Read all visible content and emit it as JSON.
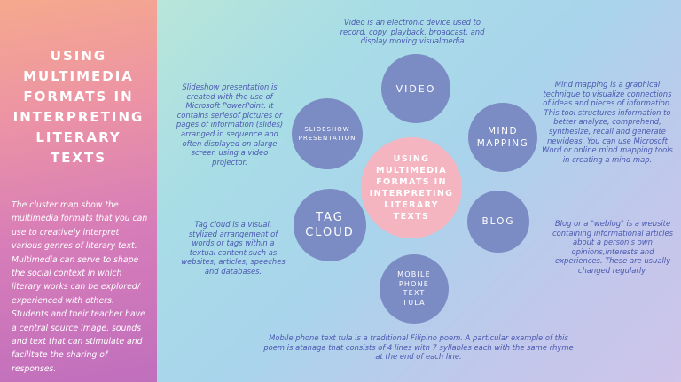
{
  "left": {
    "title": "USING\nMULTIMEDIA\nFORMATS IN\nINTERPRETING\nLITERARY\nTEXTS",
    "body": "The cluster map show the multimedia formats that you can use to creatively interpret various genres of literary text. Multimedia can serve to shape the social context in which literary works can be explored/ experienced with others. Students and their teacher have a central source image, sounds and text that can stimulate and facilitate the sharing of responses."
  },
  "center": {
    "label": "USING\nMULTIMEDIA\nFORMATS IN\nINTERPRETING\nLITERARY\nTEXTS"
  },
  "nodes": {
    "video": {
      "label": "VIDEO",
      "description": "Video is an electronic device used to record, copy, playback, broadcast, and display moving visualmedia"
    },
    "mind_mapping": {
      "label": "MIND\nMAPPING",
      "description": "Mind mapping is a graphical technique to visualize connections of ideas and pieces of information. This tool structures information to better analyze, comprehend, synthesize, recall and generate newideas. You can use Microsoft Word or online mind mapping tools in creating a mind map."
    },
    "blog": {
      "label": "BLOG",
      "description": "Blog or a \"weblog\" is a website containing informational articles about a person's own opinions,interests and experiences. These are usually changed regularly."
    },
    "mobile_phone": {
      "label": "MOBILE\nPHONE\nTEXT\nTULA",
      "description": "Mobile phone text tula is a traditional Filipino poem. A particular example of this poem is atanaga that consists of 4 lines with 7 syllables each with the same rhyme at the end of each line."
    },
    "tag_cloud": {
      "label": "TAG\nCLOUD",
      "description": "Tag cloud is a visual, stylized arrangement of words or tags within a textual content such as websites, articles, speeches and databases."
    },
    "slideshow": {
      "label": "SLIDESHOW\nPRESENTATION",
      "description": "Slideshow presentation is created with the use of Microsoft PowerPoint. It contains seriesof pictures or pages of information (slides) arranged in sequence and often displayed on alarge screen using a video projector."
    }
  },
  "colors": {
    "satellite": "#7b8bc3",
    "center": "#f4b4c0",
    "description_text": "#4a58b0"
  }
}
